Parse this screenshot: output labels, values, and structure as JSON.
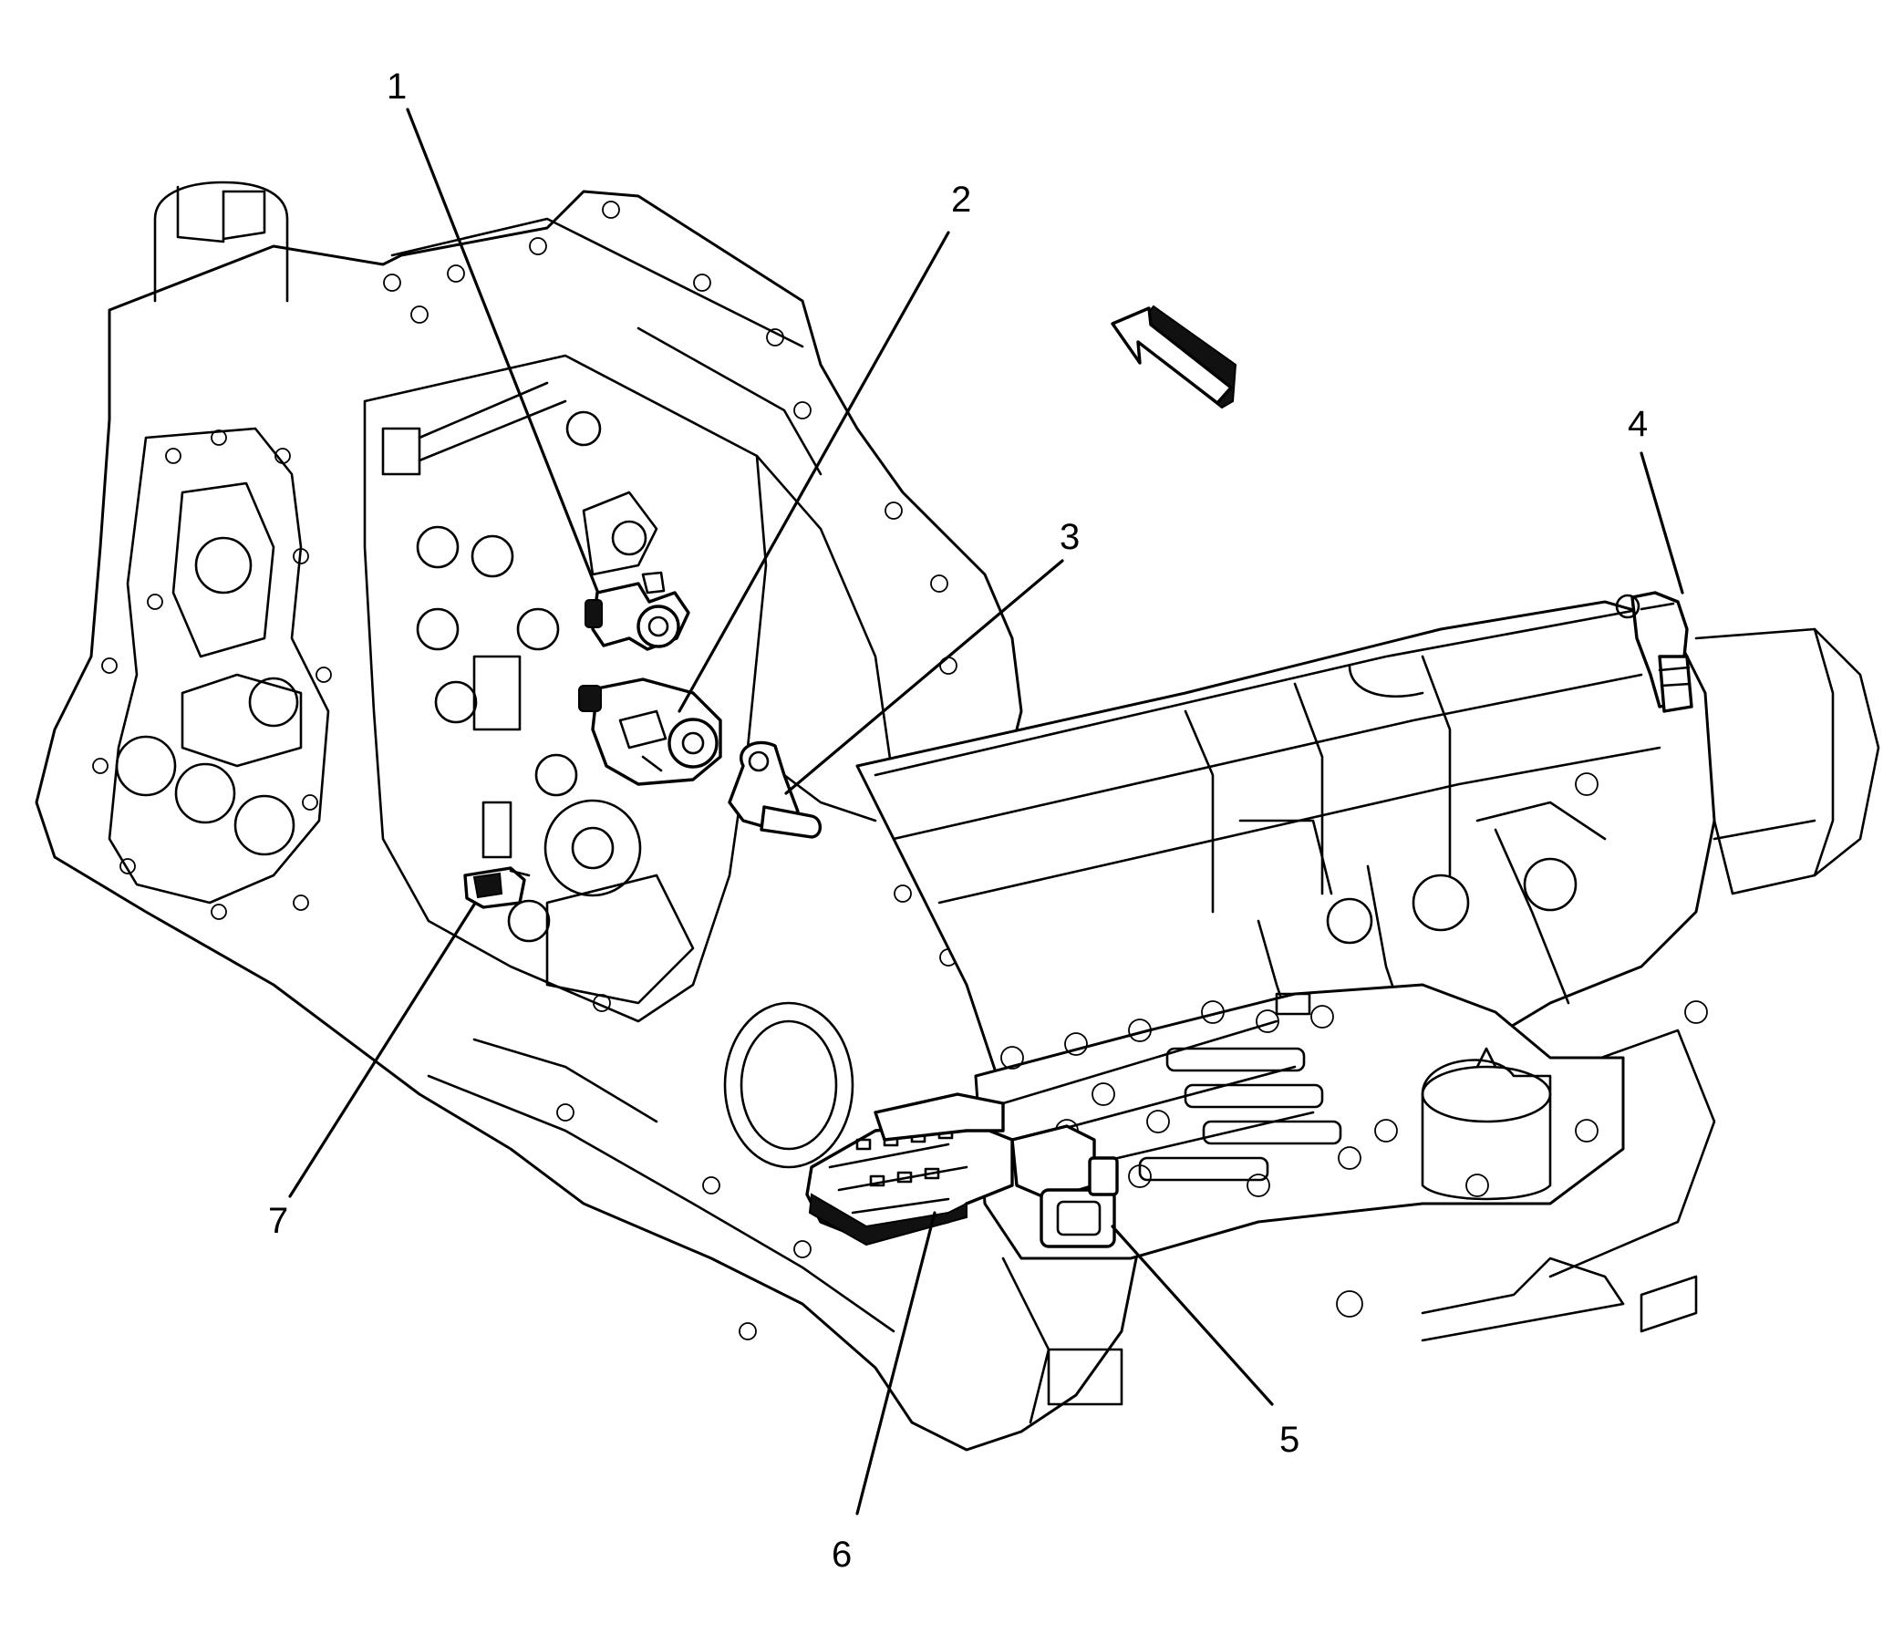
{
  "callouts": [
    {
      "id": "1",
      "label": "1"
    },
    {
      "id": "2",
      "label": "2"
    },
    {
      "id": "3",
      "label": "3"
    },
    {
      "id": "4",
      "label": "4"
    },
    {
      "id": "5",
      "label": "5"
    },
    {
      "id": "6",
      "label": "6"
    },
    {
      "id": "7",
      "label": "7"
    }
  ],
  "icons": {
    "direction_arrow": "forward-arrow-icon"
  },
  "colors": {
    "line": "#000000",
    "background": "#ffffff"
  }
}
